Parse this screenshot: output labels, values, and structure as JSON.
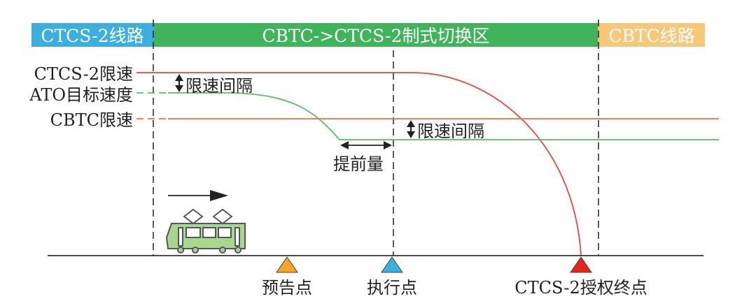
{
  "zones": {
    "ctcs2_line": "CTCS-2线路",
    "switch_zone": "CBTC->CTCS-2制式切换区",
    "cbtc_line": "CBTC线路"
  },
  "legend": {
    "ctcs2_limit": "CTCS-2限速",
    "ato_target": "ATO目标速度",
    "cbtc_limit": "CBTC限速"
  },
  "annotations": {
    "speed_gap_1": "限速间隔",
    "speed_gap_2": "限速间隔",
    "advance": "提前量"
  },
  "points": {
    "warning": "预告点",
    "execute": "执行点",
    "ctcs2_auth_end": "CTCS-2授权终点"
  },
  "colors": {
    "blue": "#3bb0e0",
    "green": "#3fb45a",
    "orange_zone": "#f7c77a",
    "red": "#e8473a",
    "cbtc_orange": "#e8733a",
    "ato_green": "#5cbc6a",
    "train": "#a8d88a"
  }
}
